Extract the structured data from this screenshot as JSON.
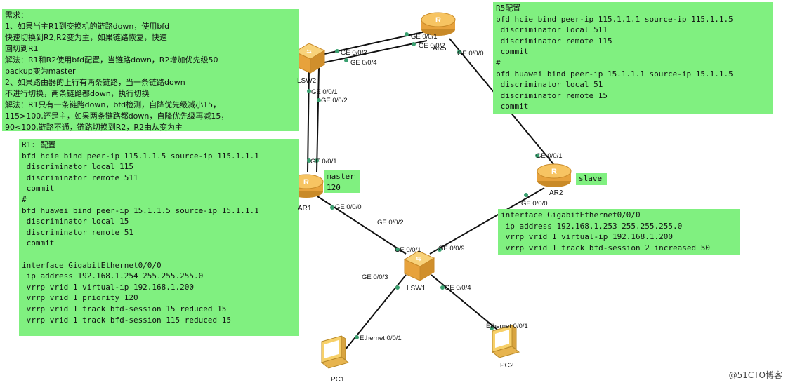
{
  "requirements_note": [
    "需求：",
    "1、如果当主R1到交换机的链路down，使用bfd",
    "快速切换到R2,R2变为主，如果链路恢复，快速",
    "回切到R1",
    "解法：R1和R2使用bfd配置，当链路down，R2增加优先级50",
    "backup变为master",
    "2、如果路由器的上行有两条链路，当一条链路down",
    "不进行切换，两条链路都down，执行切换",
    "解法：R1只有一条链路down，bfd检测，自降优先级减小15，",
    "115>100,还是主，如果两条链路都down，自降优先级再减15，",
    "90<100,链路不通，链路切换到R2，R2由从变为主"
  ],
  "r5_config": [
    "R5配置",
    "bfd hcie bind peer-ip 115.1.1.1 source-ip 115.1.1.5",
    " discriminator local 511",
    " discriminator remote 115",
    " commit",
    "#",
    "bfd huawei bind peer-ip 15.1.1.1 source-ip 15.1.1.5",
    " discriminator local 51",
    " discriminator remote 15",
    " commit"
  ],
  "r1_config": [
    "R1: 配置",
    "bfd hcie bind peer-ip 115.1.1.5 source-ip 115.1.1.1",
    " discriminator local 115",
    " discriminator remote 511",
    " commit",
    "#",
    "bfd huawei bind peer-ip 15.1.1.5 source-ip 15.1.1.1",
    " discriminator local 15",
    " discriminator remote 51",
    " commit",
    "",
    "interface GigabitEthernet0/0/0",
    " ip address 192.168.1.254 255.255.255.0",
    " vrrp vrid 1 virtual-ip 192.168.1.200",
    " vrrp vrid 1 priority 120",
    " vrrp vrid 1 track bfd-session 15 reduced 15",
    " vrrp vrid 1 track bfd-session 115 reduced 15"
  ],
  "r2_config": [
    "interface GigabitEthernet0/0/0",
    " ip address 192.168.1.253 255.255.255.0",
    " vrrp vrid 1 virtual-ip 192.168.1.200",
    " vrrp vrid 1 track bfd-session 2 increased 50"
  ],
  "master_label": [
    "master",
    "120"
  ],
  "slave_label": "slave",
  "devices": {
    "ar5": "AR5",
    "lsw2": "LSW2",
    "ar1": "AR1",
    "ar2": "AR2",
    "lsw1": "LSW1",
    "pc1": "PC1",
    "pc2": "PC2"
  },
  "ports": {
    "ar5_ge001": "GE 0/0/1",
    "ar5_ge002": "GE 0/0/2",
    "ar5_ge000": "GE 0/0/0",
    "lsw2_ge003": "GE 0/0/3",
    "lsw2_ge004": "GE 0/0/4",
    "lsw2_ge001": "GE 0/0/1",
    "lsw2_ge002": "GE 0/0/2",
    "ar1_ge001": "GE 0/0/1",
    "ar1_ge000": "GE 0/0/0",
    "ar2_ge001": "GE 0/0/1",
    "ar2_ge000": "GE 0/0/0",
    "lsw1_ge002": "GE 0/0/2",
    "lsw1_ge001": "GE 0/0/1",
    "lsw1_ge009": "GE 0/0/9",
    "lsw1_ge003": "GE 0/0/3",
    "lsw1_ge004": "GE 0/0/4",
    "pc1_eth": "Ethernet 0/0/1",
    "pc2_eth": "Ethernet 0/0/1"
  },
  "watermark": "@51CTO博客",
  "colors": {
    "note_bg": "#80f080",
    "router_fill": "#f2b24a",
    "link": "#111111",
    "port_dot": "#3aa070"
  }
}
